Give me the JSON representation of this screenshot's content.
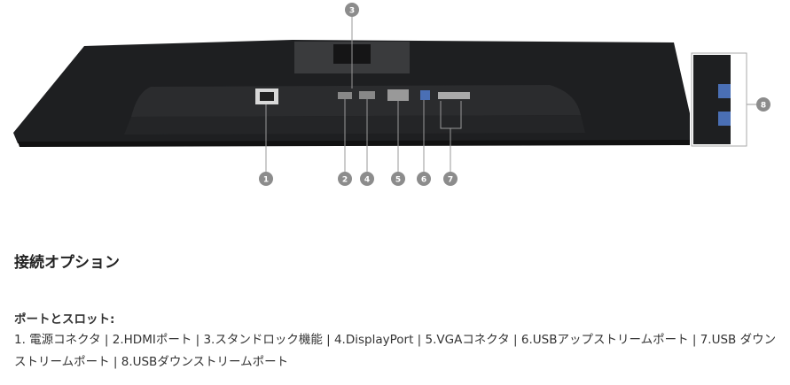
{
  "figure": {
    "callouts": [
      "1",
      "2",
      "3",
      "4",
      "5",
      "6",
      "7",
      "8"
    ]
  },
  "section": {
    "heading": "接続オプション",
    "subheading": "ポートとスロット:",
    "description": "1. 電源コネクタ | 2.HDMIポート | 3.スタンドロック機能 | 4.DisplayPort | 5.VGAコネクタ | 6.USBアップストリームポート | 7.USB ダウンストリームポート | 8.USBダウンストリームポート"
  }
}
